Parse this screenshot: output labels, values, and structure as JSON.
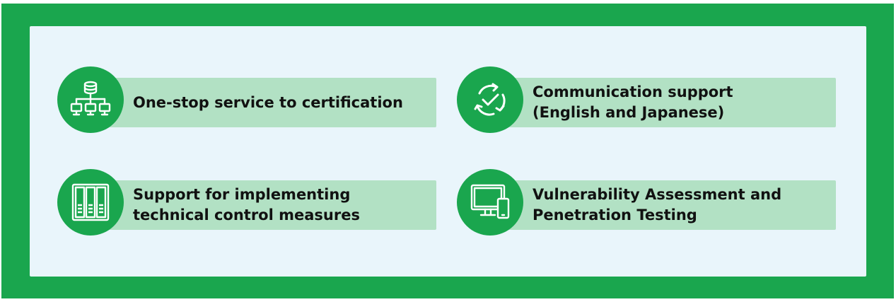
{
  "colors": {
    "accent": "#1aa64e",
    "panel": "#e9f5fb",
    "bar": "#b2e1c4"
  },
  "features": [
    {
      "icon": "network-database-icon",
      "lines": [
        "One-stop service to certification"
      ]
    },
    {
      "icon": "cycle-check-icon",
      "lines": [
        "Communication support",
        "(English and Japanese)"
      ]
    },
    {
      "icon": "server-rack-icon",
      "lines": [
        "Support for implementing",
        "technical control measures"
      ]
    },
    {
      "icon": "monitor-tablet-icon",
      "lines": [
        "Vulnerability Assessment and",
        "Penetration Testing"
      ]
    }
  ]
}
